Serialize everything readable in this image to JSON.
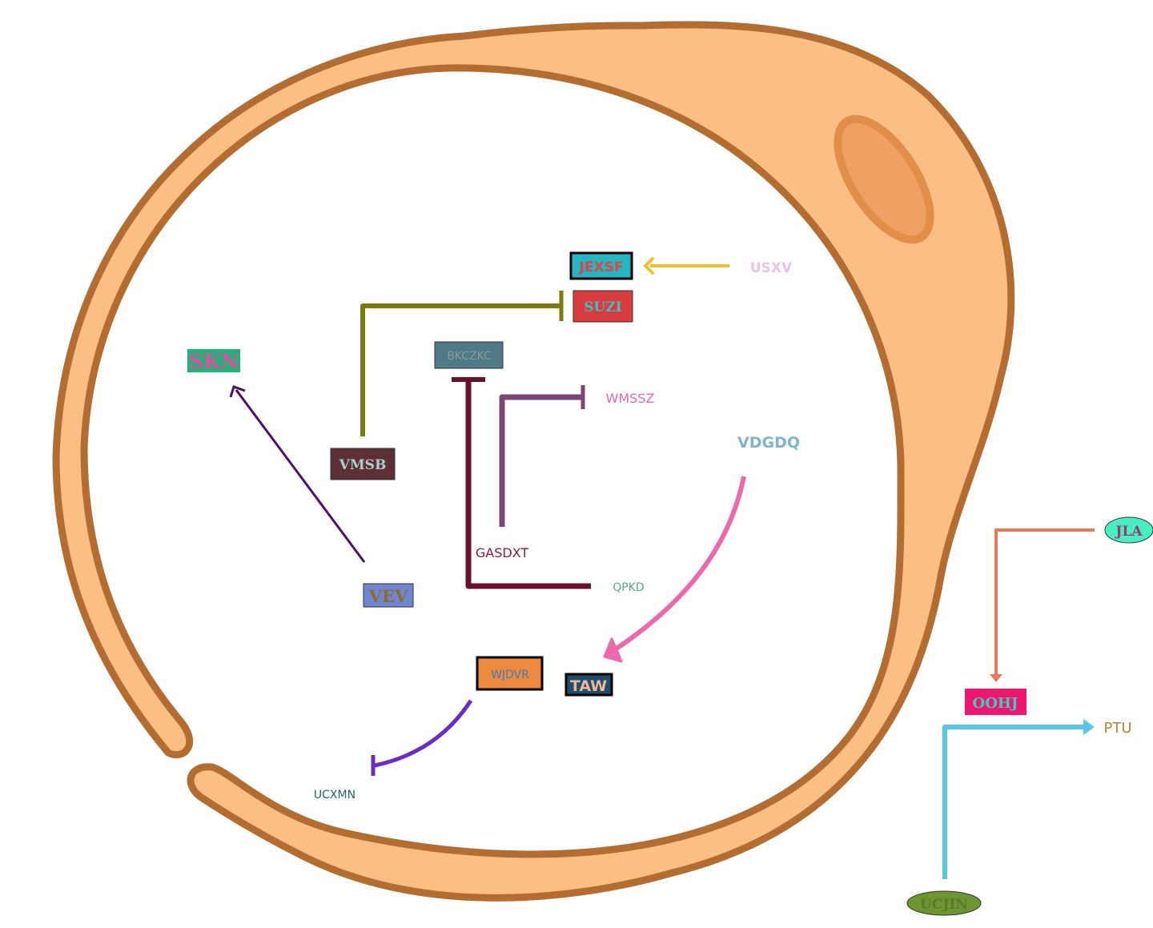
{
  "nodes": {
    "jexsf": {
      "label": "JEXSF",
      "fill": "#22b7c3",
      "text": "#e04343"
    },
    "suzi": {
      "label": "SUZI",
      "fill": "#d93b3f",
      "text": "#37c2c8"
    },
    "usxv": {
      "label": "USXV",
      "text": "#e6c3e8"
    },
    "skn": {
      "label": "SKN",
      "fill": "#1fb37a",
      "text": "#e84aa2"
    },
    "bkczkc": {
      "label": "BKCZKC",
      "fill": "#4d7a86",
      "text": "#8a9aa0"
    },
    "wmssz": {
      "label": "WMSSZ",
      "text": "#e46aa8"
    },
    "vdgdq": {
      "label": "VDGDQ",
      "text": "#7fb4cc"
    },
    "vmsb": {
      "label": "VMSB",
      "fill": "#5e2f35",
      "text": "#a9d0cc"
    },
    "gasdxt": {
      "label": "GASDXT",
      "text": "#8c1a3e"
    },
    "qpkd": {
      "label": "QPKD",
      "text": "#5ba889"
    },
    "vev": {
      "label": "VEV",
      "fill": "#6f86d4",
      "text": "#8c6d28"
    },
    "wjdvr": {
      "label": "WJDVR",
      "fill": "#ee8a3d",
      "text": "#3f7ac0"
    },
    "taw": {
      "label": "TAW",
      "fill": "#1d4e6d",
      "text": "#f2b496"
    },
    "ucxmn": {
      "label": "UCXMN",
      "text": "#1f6a5f"
    },
    "jla": {
      "label": "JLA",
      "fill": "#47f0c0",
      "text": "#a0356a"
    },
    "oohj": {
      "label": "OOHJ",
      "fill": "#f0166f",
      "text": "#37d0c0"
    },
    "ptu": {
      "label": "PTU",
      "text": "#a58a3e"
    },
    "ucjin": {
      "label": "UCJIN",
      "fill": "#6d9530",
      "text": "#5a7a2a"
    }
  },
  "edges": [
    {
      "from": "USXV",
      "to": "JEXSF",
      "type": "activation",
      "color": "#f2c02b"
    },
    {
      "from": "VMSB",
      "to": "SUZI",
      "type": "inhibition",
      "color": "#7c7a0e"
    },
    {
      "from": "VEV",
      "to": "SKN",
      "type": "activation",
      "color": "#4c1265"
    },
    {
      "from": "QPKD",
      "to": "BKCZKC",
      "type": "inhibition",
      "color": "#6b0f2e"
    },
    {
      "from": "GASDXT",
      "to": "WMSSZ",
      "type": "inhibition",
      "color": "#7a4775"
    },
    {
      "from": "VDGDQ",
      "to": "TAW",
      "type": "activation",
      "color": "#ec6aaa"
    },
    {
      "from": "WJDVR",
      "to": "UCXMN",
      "type": "inhibition",
      "color": "#6a2cc2"
    },
    {
      "from": "JLA",
      "to": "OOHJ",
      "type": "activation",
      "color": "#e37a59"
    },
    {
      "from": "UCJIN",
      "to": "PTU",
      "type": "activation",
      "color": "#56c8e4"
    }
  ],
  "colors": {
    "cell_fill": "#fbbf83",
    "cell_stroke": "#b36d30",
    "organelle_fill": "#f0a063",
    "organelle_stroke": "#e08e4a"
  }
}
